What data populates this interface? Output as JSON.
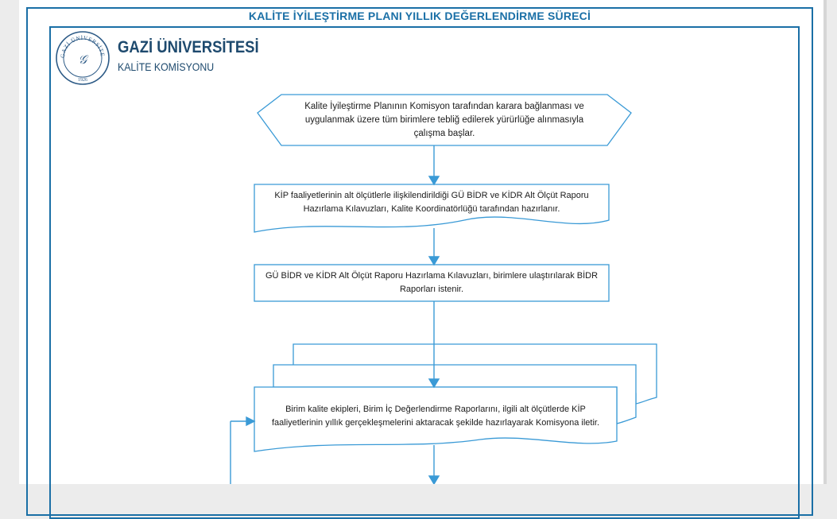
{
  "header": {
    "title": "KALİTE İYİLEŞTİRME PLANI YILLIK DEĞERLENDİRME SÜRECİ",
    "org_name": "GAZİ ÜNİVERSİTESİ",
    "org_subtitle": "KALİTE KOMİSYONU",
    "logo_ring_text": "GAZİ ÜNİVERSİTESİ",
    "logo_year": "1926"
  },
  "colors": {
    "frame": "#1a6fa6",
    "shape_stroke": "#3a9ad6",
    "org_text": "#1e4a6e"
  },
  "flow": {
    "step1": {
      "type": "preparation",
      "lines": [
        "Kalite İyileştirme Planının Komisyon tarafından karara bağlanması ve",
        "uygulanmak üzere tüm birimlere tebliğ edilerek yürürlüğe alınmasıyla",
        "çalışma başlar."
      ]
    },
    "step2": {
      "type": "document",
      "lines": [
        "KİP faaliyetlerinin alt ölçütlerle ilişkilendirildiği GÜ BİDR ve KİDR Alt Ölçüt Raporu",
        "Hazırlama Kılavuzları, Kalite Koordinatörlüğü tarafından hazırlanır."
      ]
    },
    "step3": {
      "type": "process",
      "lines": [
        "GÜ BİDR ve KİDR Alt Ölçüt Raporu Hazırlama Kılavuzları, birimlere ulaştırılarak BİDR",
        "Raporları istenir."
      ]
    },
    "step4": {
      "type": "multi-document",
      "lines": [
        "Birim kalite ekipleri, Birim İç Değerlendirme Raporlarını, ilgili alt ölçütlerde KİP",
        "faaliyetlerinin yıllık gerçekleşmelerini aktaracak şekilde hazırlayarak Komisyona iletir."
      ]
    }
  }
}
